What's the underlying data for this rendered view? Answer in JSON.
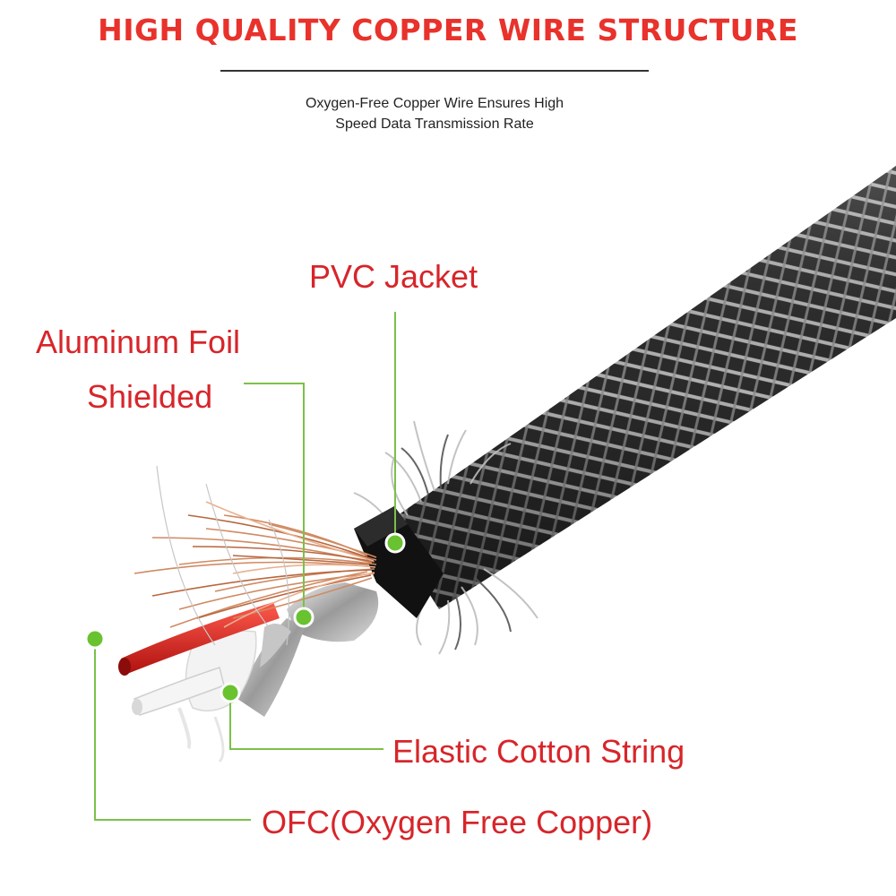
{
  "header": {
    "title": "HIGH QUALITY COPPER WIRE STRUCTURE",
    "subtitle_line1": "Oxygen-Free Copper Wire Ensures High",
    "subtitle_line2": "Speed Data Transmission Rate"
  },
  "labels": {
    "pvc_jacket": "PVC Jacket",
    "aluminum_foil_line1": "Aluminum Foil",
    "aluminum_foil_line2": "Shielded",
    "elastic_cotton": "Elastic Cotton String",
    "ofc": "OFC(Oxygen Free Copper)"
  },
  "colors": {
    "title_red": "#e8322b",
    "label_red": "#d7252a",
    "leader_green": "#7cc04a",
    "dot_green": "#69c22f"
  }
}
